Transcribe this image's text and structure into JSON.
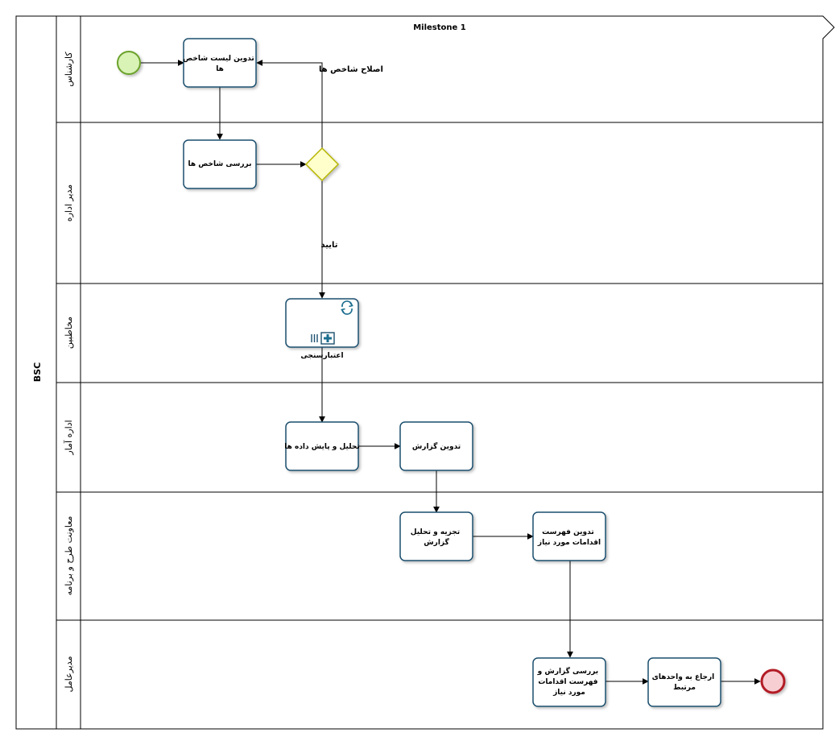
{
  "pool": {
    "title": "BSC",
    "milestone": "Milestone 1"
  },
  "lanes": [
    {
      "id": "expert",
      "title": "کارشناس"
    },
    {
      "id": "office-manager",
      "title": "مدیر اداره"
    },
    {
      "id": "audience",
      "title": "مخاطبین"
    },
    {
      "id": "statistics-office",
      "title": "اداره آمار"
    },
    {
      "id": "planning-deputy",
      "title": "معاونت طرح و برنامه"
    },
    {
      "id": "ceo",
      "title": "مدیرعامل"
    }
  ],
  "tasks": {
    "t1": [
      "تدوین لیست شاخص",
      "ها"
    ],
    "t2": [
      "بررسی شاخص ها"
    ],
    "t3_label": "اعتبارسنجی",
    "t4": [
      "تحلیل و پایش داده ها"
    ],
    "t5": [
      "تدوین گزارش"
    ],
    "t6": [
      "تجزیه و تحلیل",
      "گزارش"
    ],
    "t7": [
      "تدوین فهرست",
      "اقدامات مورد نیاز"
    ],
    "t8": [
      "بررسی گزارش و",
      "فهرست اقدامات",
      "مورد نیاز"
    ],
    "t9": [
      "ارجاع به واحدهای",
      "مرتبط"
    ]
  },
  "flows": {
    "revise": "اصلاح شاخص ها",
    "approve": "تایید"
  },
  "colors": {
    "task_stroke": "#1b4f6e",
    "task_fill": "#ffffff",
    "start_fill": "#d9f2b6",
    "start_stroke": "#6aa22c",
    "end_fill": "#f7cfd3",
    "end_stroke": "#b31d25",
    "gateway_fill": "#ffffcc",
    "gateway_stroke": "#b5b500",
    "line": "#000000"
  }
}
